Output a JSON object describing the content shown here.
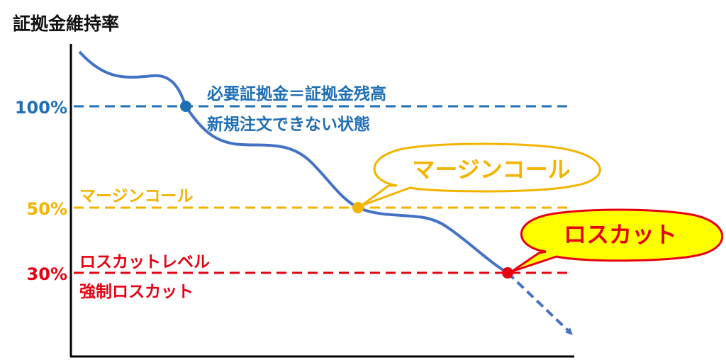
{
  "title": "証拠金維持率",
  "levels": [
    {
      "key": "l100",
      "tick": "100%",
      "value": 100,
      "color": "#1f6fb5",
      "notes": [
        "必要証拠金＝証拠金残高",
        "新規注文できない状態"
      ]
    },
    {
      "key": "l50",
      "tick": "50%",
      "value": 50,
      "color": "#f3b400",
      "notes": [
        "マージンコール"
      ]
    },
    {
      "key": "l30",
      "tick": "30%",
      "value": 30,
      "color": "#e60012",
      "notes": [
        "ロスカットレベル",
        "強制ロスカット"
      ]
    }
  ],
  "callouts": [
    {
      "key": "margin-call",
      "text": "マージンコール",
      "text_color": "#f3b400",
      "fill": "#ffffff",
      "stroke": "#f3b400"
    },
    {
      "key": "losscut",
      "text": "ロスカット",
      "text_color": "#e60012",
      "fill": "#ffff00",
      "stroke": "#e60012"
    }
  ],
  "curve_color": "#4472c4"
}
